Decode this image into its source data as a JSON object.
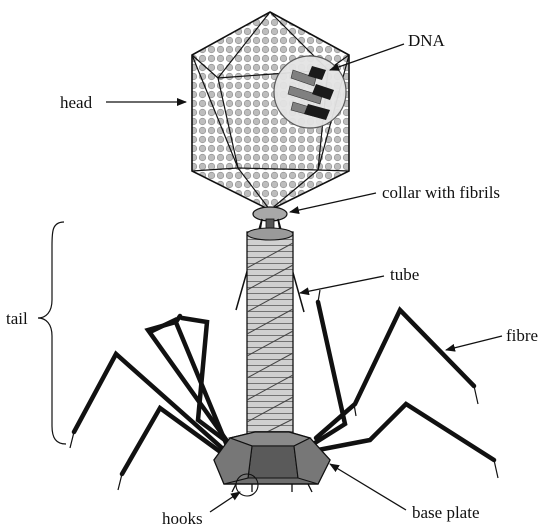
{
  "labels": {
    "head": "head",
    "dna": "DNA",
    "collar": "collar with fibrils",
    "tube": "tube",
    "tail": "tail",
    "fibre": "fibre",
    "hooks": "hooks",
    "base_plate": "base plate"
  },
  "colors": {
    "outline": "#111111",
    "head_dot": "#bdbdbd",
    "tube_fill": "#c8c8c8",
    "plate_fill": "#6e6e6e",
    "plate_top": "#8a8a8a",
    "collar_fill": "#a8a8a8",
    "dna_fill": "#808080"
  }
}
